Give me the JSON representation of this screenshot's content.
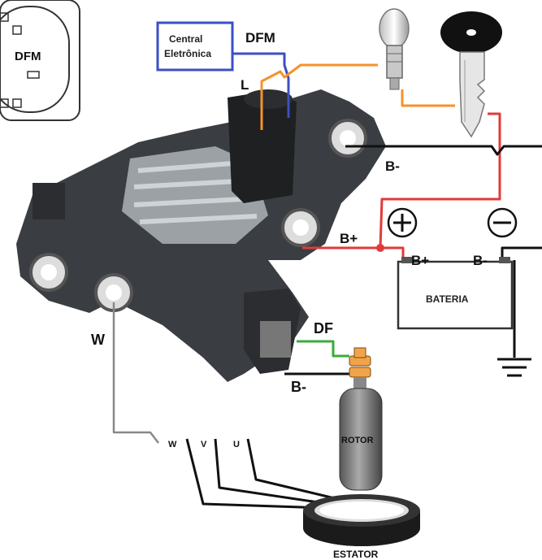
{
  "labels": {
    "connector": "DFM",
    "central_line1": "Central",
    "central_line2": "Eletrônica",
    "dfm": "DFM",
    "l": "L",
    "b_minus_top": "B-",
    "b_plus_wire": "B+",
    "battery_b_plus": "B+",
    "battery_b_minus": "B-",
    "battery": "BATERIA",
    "w": "W",
    "df": "DF",
    "b_minus_rotor": "B-",
    "rotor": "ROTOR",
    "stator_w": "W",
    "stator_v": "V",
    "stator_u": "U",
    "stator": "ESTATOR"
  },
  "colors": {
    "dfm_wire": "#3b4fc4",
    "l_wire": "#f5922b",
    "battery_positive": "#e23a3a",
    "ground_wire": "#111111",
    "df_wire": "#3cab3c",
    "stator_wire": "#888888",
    "box_border": "#3b4fc4"
  }
}
